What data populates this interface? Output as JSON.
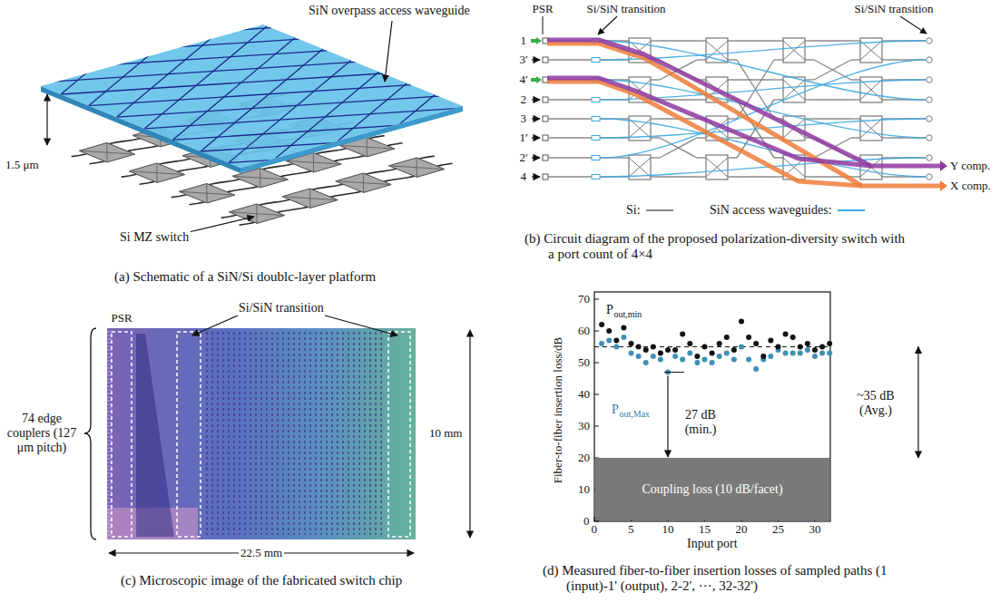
{
  "diagram": {
    "nodes": [
      {
        "text": [
          "Coupling loss (10 dB/facet)"
        ]
      }
    ],
    "labels": [
      "SiN overpass access waveguide",
      "1.5 μm",
      "Si MZ switch",
      "(a) Schematic of a SiN/Si doublc-layer platform",
      "PSR",
      "Si/SiN transition",
      "Si/SiN transition",
      "1",
      "3′",
      "4′",
      "2",
      "3",
      "1′",
      "2′",
      "4",
      "Y comp.",
      "X comp.",
      "(b) Circuit diagram of the proposed polarization-diversity switch with a port count of 4×4",
      "PSR",
      "Si/SiN transition",
      "74 edge couplers (127 μm pitch)",
      "10 mm",
      "22.5 mm",
      "(c) Microscopic image of the fabricated switch chip",
      "70",
      "60",
      "50",
      "40",
      "30",
      "20",
      "10",
      "0",
      "0",
      "5",
      "10",
      "15",
      "20",
      "25",
      "30",
      "Fiber-to-fiber insertion loss/dB",
      "Input port",
      "P",
      "out,min",
      "P",
      "out,Max",
      "27 dB (min.)",
      "~35 dB (Avg.)",
      "(d) Measured fiber-to-fiber insertion losses of sampled paths (1 (input)-1' (output), 2-2', ···, 32-32')"
    ],
    "legend": [
      {
        "text": "Si:"
      },
      {
        "text": "SiN access waveguides:"
      }
    ]
  }
}
